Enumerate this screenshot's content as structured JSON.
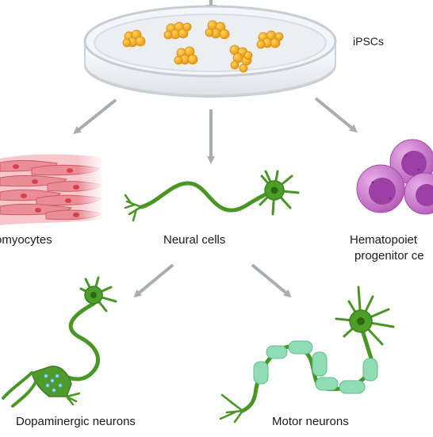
{
  "labels": {
    "ipsc": "iPSCs",
    "cardiomyocytes": "omyocytes",
    "neural": "Neural cells",
    "hematopoietic_line1": "Hematopoiet",
    "hematopoietic_line2": "progenitor ce",
    "dopaminergic": "Dopaminergic neurons",
    "motor": "Motor neurons"
  },
  "colors": {
    "dish_rim": "#d4d6da",
    "dish_base": "#eef0f3",
    "ipsc_cluster": "#f0a81e",
    "arrow": "#a9acb1",
    "cardio": "#e7838d",
    "neuron_green": "#4f9a2a",
    "motor_sheath": "#8fdcb5",
    "hema_purple": "#c572c7",
    "hema_nucleus": "#9c3fa4"
  }
}
